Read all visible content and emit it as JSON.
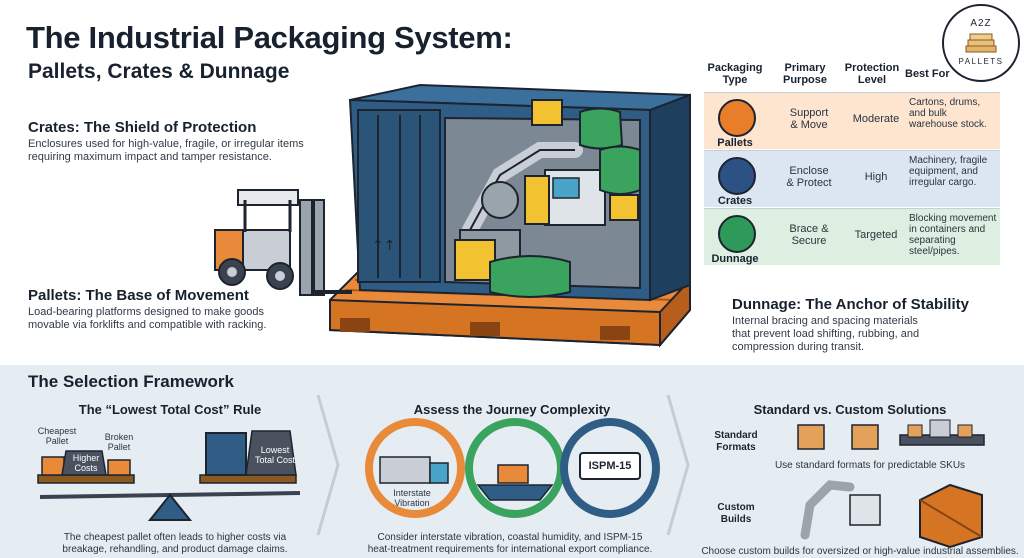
{
  "header": {
    "title": "The Industrial Packaging System:",
    "subtitle": "Pallets, Crates & Dunnage"
  },
  "logo": {
    "top_text": "A2Z",
    "bottom_text": "PALLETS"
  },
  "sections": {
    "crates": {
      "title": "Crates: The Shield of Protection",
      "line1": "Enclosures used for high-value, fragile, or irregular items",
      "line2": "requiring maximum impact and tamper resistance."
    },
    "pallets": {
      "title": "Pallets: The Base of Movement",
      "line1": "Load-bearing platforms designed to make goods",
      "line2": "movable via forklifts and compatible with racking."
    },
    "dunnage": {
      "title": "Dunnage: The Anchor of Stability",
      "line1": "Internal bracing and spacing materials",
      "line2": "that prevent load shifting, rubbing, and",
      "line3": "compression during transit."
    }
  },
  "table": {
    "headers": {
      "type_line1": "Packaging",
      "type_line2": "Type",
      "purpose_line1": "Primary",
      "purpose_line2": "Purpose",
      "level_line1": "Protection",
      "level_line2": "Level",
      "best": "Best For"
    },
    "rows": [
      {
        "type": "Pallets",
        "purpose_line1": "Support",
        "purpose_line2": "& Move",
        "level": "Moderate",
        "best_line1": "Cartons, drums,",
        "best_line2": "and bulk",
        "best_line3": "warehouse stock.",
        "best_line4": "",
        "color": "#fde5cf",
        "icon_color": "#e87d2a"
      },
      {
        "type": "Crates",
        "purpose_line1": "Enclose",
        "purpose_line2": "& Protect",
        "level": "High",
        "best_line1": "Machinery, fragile",
        "best_line2": "equipment, and",
        "best_line3": "irregular cargo.",
        "best_line4": "",
        "color": "#dbe6f2",
        "icon_color": "#2c5283"
      },
      {
        "type": "Dunnage",
        "purpose_line1": "Brace &",
        "purpose_line2": "Secure",
        "level": "Targeted",
        "best_line1": "Blocking movement",
        "best_line2": "in containers and",
        "best_line3": "separating",
        "best_line4": "steel/pipes.",
        "color": "#dcefe0",
        "icon_color": "#2e9a5a"
      }
    ]
  },
  "framework": {
    "title": "The Selection Framework",
    "panel1": {
      "title": "The “Lowest Total Cost” Rule",
      "cheapest_line1": "Cheapest",
      "cheapest_line2": "Pallet",
      "broken_line1": "Broken",
      "broken_line2": "Pallet",
      "higher_line1": "Higher",
      "higher_line2": "Costs",
      "lowest_line1": "Lowest",
      "lowest_line2": "Total Cost",
      "cap_line1": "The cheapest pallet often leads to higher costs via",
      "cap_line2": "breakage, rehandling, and product damage claims."
    },
    "panel2": {
      "title": "Assess the Journey Complexity",
      "truck_line1": "Interstate",
      "truck_line2": "Vibration",
      "stamp": "ISPM-15",
      "cap_line1": "Consider interstate vibration, coastal humidity, and ISPM-15",
      "cap_line2": "heat-treatment requirements for international export compliance."
    },
    "panel3": {
      "title": "Standard vs. Custom Solutions",
      "std_line1": "Standard",
      "std_line2": "Formats",
      "std_caption": "Use standard formats for predictable SKUs",
      "cust_line1": "Custom",
      "cust_line2": "Builds",
      "cust_caption": "Choose custom builds for oversized or high-value industrial assemblies."
    }
  },
  "colors": {
    "container": "#2f5d86",
    "container_dark": "#1f3f5e",
    "pallet": "#e88a3a",
    "pallet_dark": "#b85e1c",
    "green": "#3aa35e",
    "yellow": "#f2c230"
  }
}
